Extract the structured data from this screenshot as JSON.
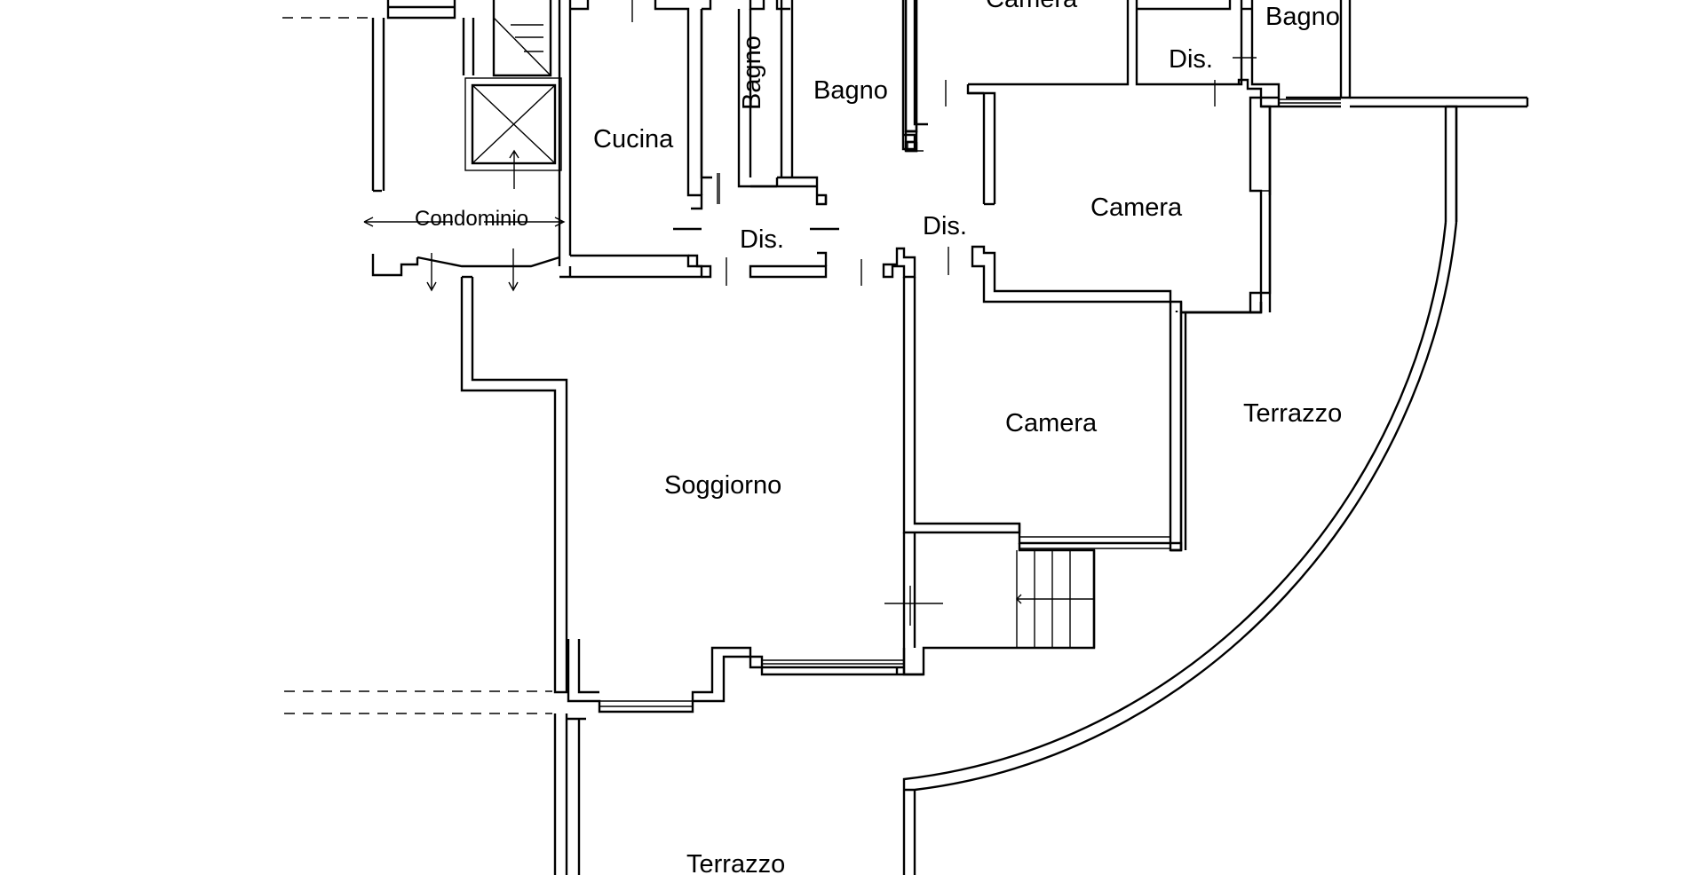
{
  "rooms": {
    "camera_top": "Camera",
    "bagno_top_right": "Bagno",
    "dis_top_right": "Dis.",
    "bagno_vertical": "Bagno",
    "bagno_center": "Bagno",
    "cucina": "Cucina",
    "condominio": "Condominio",
    "dis_center": "Dis.",
    "dis_right": "Dis.",
    "camera_right": "Camera",
    "camera_middle": "Camera",
    "terrazzo_right": "Terrazzo",
    "soggiorno": "Soggiorno",
    "terrazzo_bottom": "Terrazzo"
  },
  "colors": {
    "line": "#000000",
    "background": "#ffffff"
  }
}
